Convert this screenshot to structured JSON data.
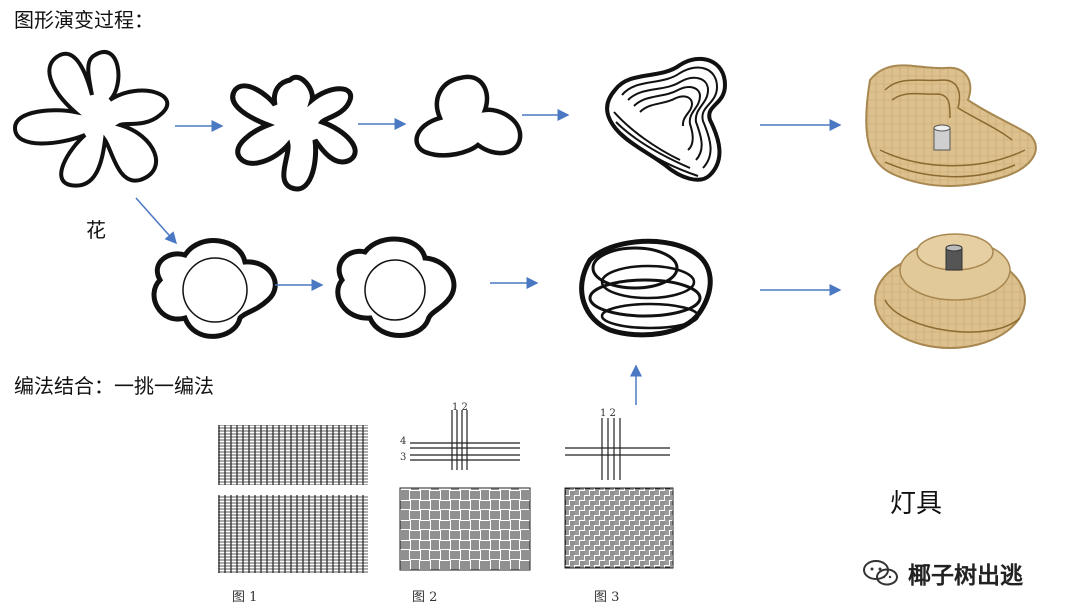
{
  "title": "图形演变过程：",
  "flower_label": "花",
  "weave_label": "编法结合：一挑一编法",
  "lamp_label": "灯具",
  "figures": {
    "fig1": "图 1",
    "fig2": "图 2",
    "fig3": "图 3",
    "fig2_nums_top": "1  2",
    "fig2_nums_left_a": "4",
    "fig2_nums_left_b": "3",
    "fig3_nums_top": "1  2"
  },
  "watermark": "椰子树出逃",
  "colors": {
    "arrow": "#4a78c2",
    "stroke": "#111111",
    "wood": "#d9bd8a",
    "wood_dark": "#b8955a"
  }
}
